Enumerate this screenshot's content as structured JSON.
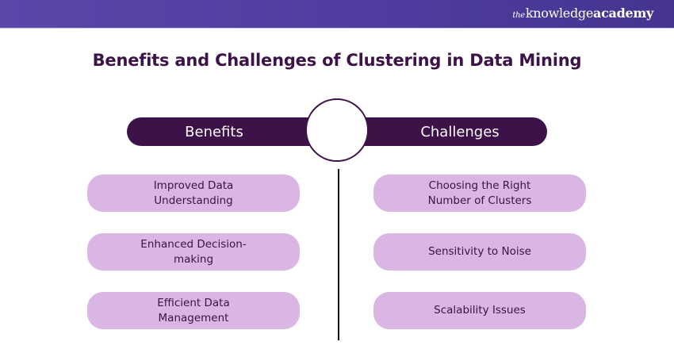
{
  "brand": {
    "prefix": "the",
    "name_part1": "knowledge",
    "name_part2": "academy"
  },
  "title": "Benefits and Challenges of Clustering in Data Mining",
  "colors": {
    "banner": "#5b47a8",
    "primary_dark": "#3c1248",
    "card_fill": "#d9b6e3",
    "divider": "#111111"
  },
  "benefits": {
    "heading": "Benefits",
    "items": [
      {
        "label": "Improved Data Understanding"
      },
      {
        "label": "Enhanced Decision-making"
      },
      {
        "label": "Efficient Data Management"
      }
    ]
  },
  "challenges": {
    "heading": "Challenges",
    "items": [
      {
        "label": "Choosing the Right Number of Clusters"
      },
      {
        "label": "Sensitivity to Noise"
      },
      {
        "label": "Scalability Issues"
      }
    ]
  }
}
